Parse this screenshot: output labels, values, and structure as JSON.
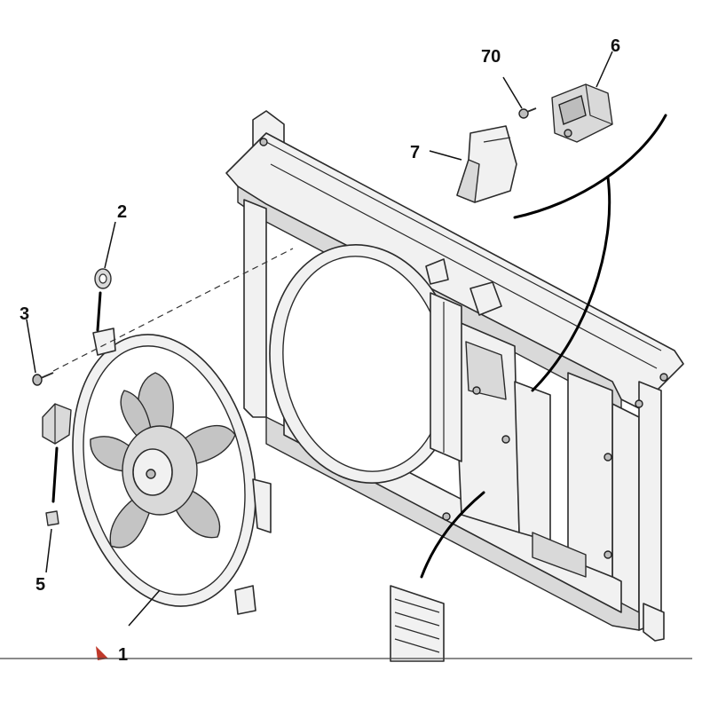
{
  "diagram": {
    "callouts": [
      {
        "id": "fan",
        "label": "1"
      },
      {
        "id": "nut",
        "label": "2"
      },
      {
        "id": "screw",
        "label": "3"
      },
      {
        "id": "clip",
        "label": "5"
      },
      {
        "id": "connector",
        "label": "6"
      },
      {
        "id": "cover",
        "label": "7"
      },
      {
        "id": "small-screw",
        "label": "70"
      }
    ]
  },
  "colors": {
    "background": "#ffffff",
    "line": "#2b2b2b",
    "part_fill": "#f1f1f1",
    "shade": "#d9d9d9",
    "arrow_accent": "#c0392b"
  }
}
